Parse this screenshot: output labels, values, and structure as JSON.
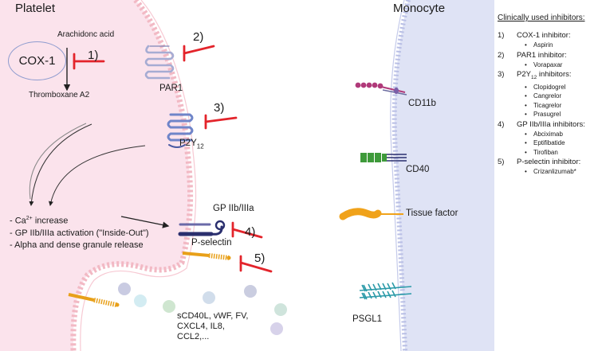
{
  "titles": {
    "platelet": "Platelet",
    "monocyte": "Monocyte"
  },
  "cox": {
    "enzyme": "COX-1",
    "substrate": "Arachidonc acid",
    "product": "Thromboxane A2"
  },
  "receptors": {
    "par1": "PAR1",
    "p2y12": "P2Y",
    "p2y12_sub": "12",
    "gp": "GP IIb/IIIa",
    "psel": "P-selectin"
  },
  "markers": [
    "1)",
    "2)",
    "3)",
    "4)",
    "5)"
  ],
  "effects": [
    {
      "pre": "- Ca",
      "sup": "2+",
      "post": " increase"
    },
    {
      "pre": "- GP IIb/IIIa activation (\"Inside-Out\")",
      "sup": "",
      "post": ""
    },
    {
      "pre": "- Alpha and dense granule release",
      "sup": "",
      "post": ""
    }
  ],
  "granules": [
    "sCD40L, vWF, FV,",
    "CXCL4, IL8,",
    "CCL2,..."
  ],
  "monocyte_receptors": {
    "cd11b": "CD11b",
    "cd40": "CD40",
    "tf": "Tissue factor",
    "psgl1": "PSGL1"
  },
  "inhibitors": {
    "heading": "Clinically used inhibitors:",
    "groups": [
      {
        "num": "1)",
        "name": "COX-1 inhibitor:",
        "sub": "",
        "suffix": "",
        "drugs": [
          "Aspirin"
        ]
      },
      {
        "num": "2)",
        "name": "PAR1 inhibitor:",
        "sub": "",
        "suffix": "",
        "drugs": [
          "Vorapaxar"
        ]
      },
      {
        "num": "3)",
        "name": "P2Y",
        "sub": "12",
        "suffix": " inhibitors:",
        "drugs": [
          "Clopidogrel",
          "Cangrelor",
          "Ticagrelor",
          "Prasugrel"
        ]
      },
      {
        "num": "4)",
        "name": "GP IIb/IIIa inhibitors:",
        "sub": "",
        "suffix": "",
        "drugs": [
          "Abciximab",
          "Eptifibatide",
          "Tirofiban"
        ]
      },
      {
        "num": "5)",
        "name": "P-selectin inhibitor:",
        "sub": "",
        "suffix": "",
        "drugs": [
          "Crizanlizumab*"
        ]
      }
    ],
    "bullet": "•"
  },
  "colors": {
    "platelet_fill": "#fbe3ec",
    "platelet_membrane": "#f2b9c4",
    "monocyte_fill": "#dfe3f5",
    "monocyte_membrane": "#b9bfe5",
    "inhibitor_red": "#e3242b",
    "par1_color": "#a6acd3",
    "p2y12_color": "#6f85c9",
    "gp_color": "#2a2f6e",
    "psel_color": "#e8a019",
    "cd11b_color": "#b03a7a",
    "cd40_color": "#3e9a3a",
    "tf_color": "#f0a21a",
    "psgl1_color": "#2a9aa8"
  }
}
